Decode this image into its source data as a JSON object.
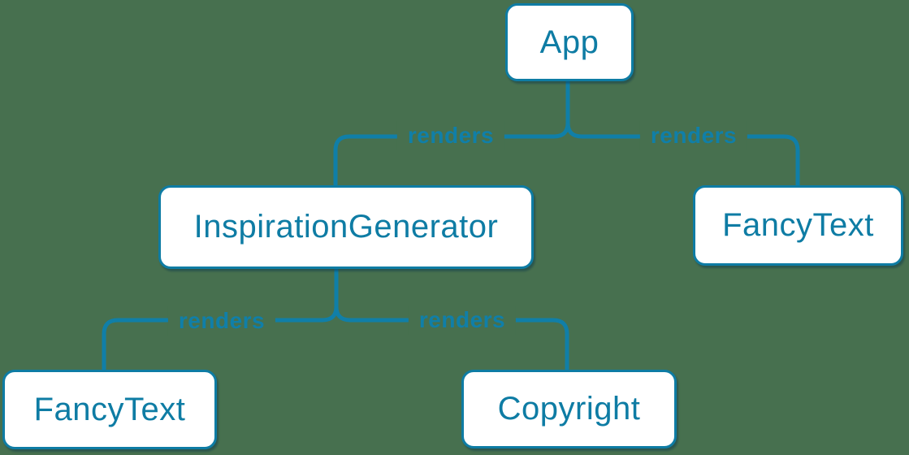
{
  "diagram": {
    "type": "render-tree",
    "background_color": "#47704F",
    "accent_color": "#0E7CA4",
    "line_color": "#107FA8",
    "node_fill_color": "#FFFFFF",
    "nodes": [
      {
        "id": "app",
        "label": "App"
      },
      {
        "id": "inspiration-generator",
        "label": "InspirationGenerator"
      },
      {
        "id": "fancy-text-right",
        "label": "FancyText"
      },
      {
        "id": "fancy-text-left",
        "label": "FancyText"
      },
      {
        "id": "copyright",
        "label": "Copyright"
      }
    ],
    "edges": [
      {
        "from": "App",
        "to": "InspirationGenerator",
        "label": "renders"
      },
      {
        "from": "App",
        "to": "FancyText",
        "label": "renders"
      },
      {
        "from": "InspirationGenerator",
        "to": "FancyText",
        "label": "renders"
      },
      {
        "from": "InspirationGenerator",
        "to": "Copyright",
        "label": "renders"
      }
    ]
  }
}
